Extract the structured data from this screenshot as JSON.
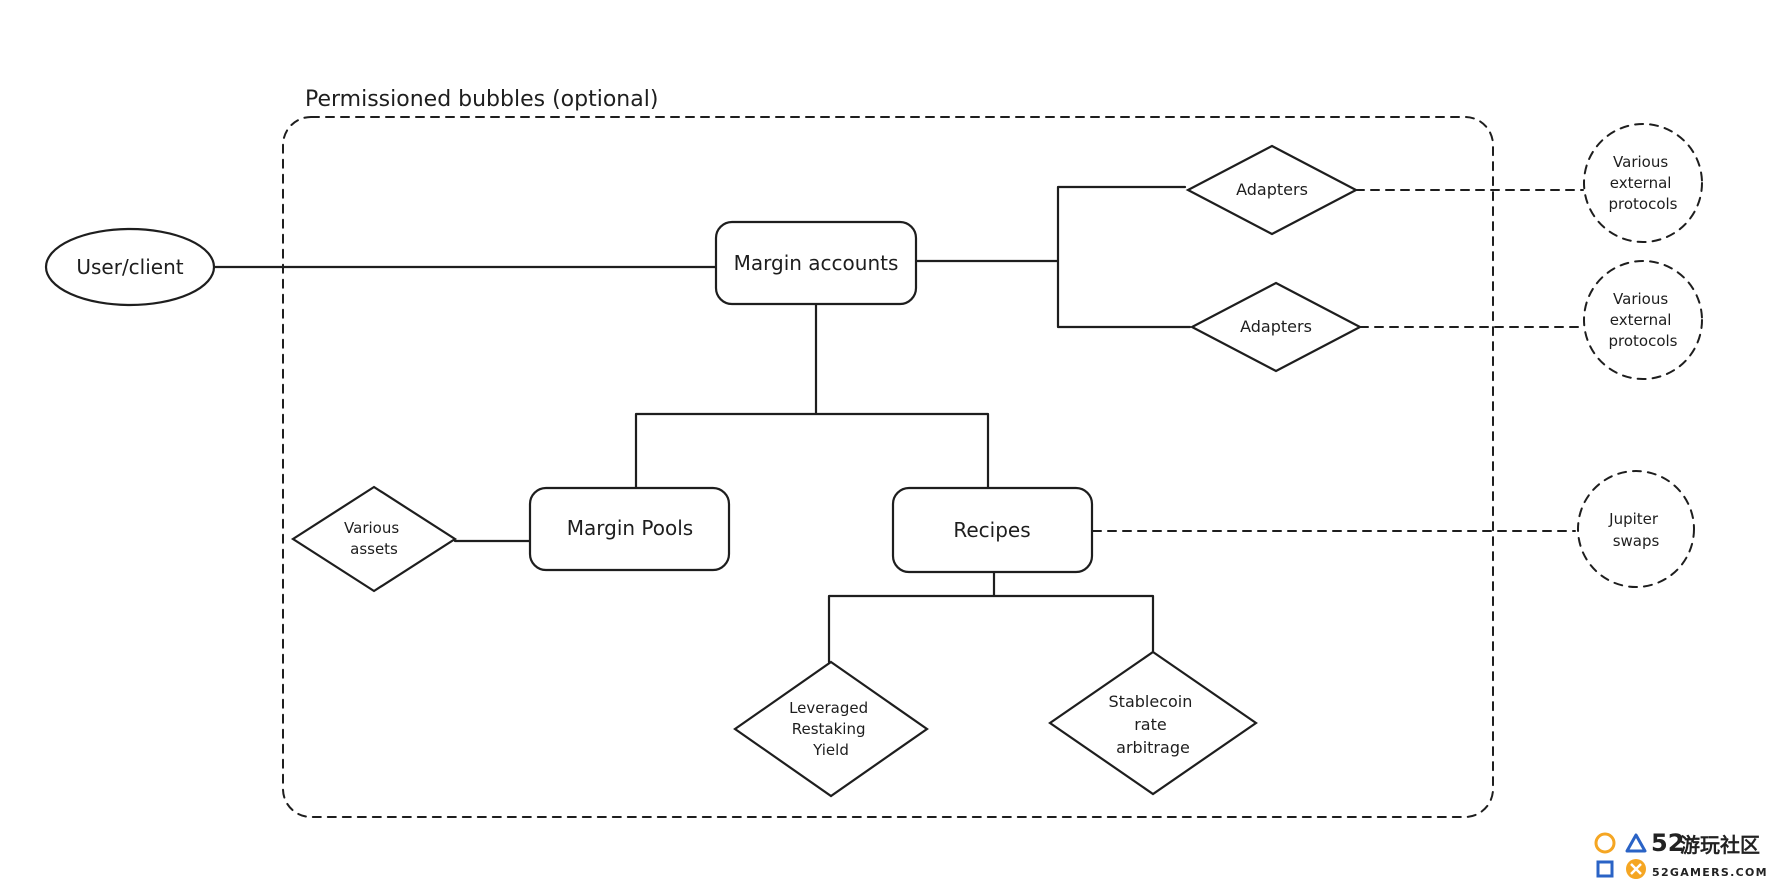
{
  "group": {
    "label": "Permissioned bubbles (optional)"
  },
  "nodes": {
    "user_client": "User/client",
    "margin_accounts": "Margin accounts",
    "margin_pools": "Margin Pools",
    "recipes": "Recipes",
    "various_assets": [
      "Various",
      "assets"
    ],
    "adapters_top": "Adapters",
    "adapters_bottom": "Adapters",
    "leveraged_restaking_yield": [
      "Leveraged",
      "Restaking",
      "Yield"
    ],
    "stablecoin_rate_arbitrage": [
      "Stablecoin",
      "rate",
      "arbitrage"
    ],
    "external_protocols_top": [
      "Various",
      "external",
      "protocols"
    ],
    "external_protocols_bottom": [
      "Various",
      "external",
      "protocols"
    ],
    "jupiter_swaps": [
      "Jupiter",
      "swaps"
    ]
  },
  "watermark": {
    "brand_number": "52",
    "brand_name": "游玩社区",
    "site": "52GAMERS.COM",
    "colors": {
      "orange": "#f5a623",
      "blue": "#2a63c6",
      "dark": "#222222"
    }
  }
}
